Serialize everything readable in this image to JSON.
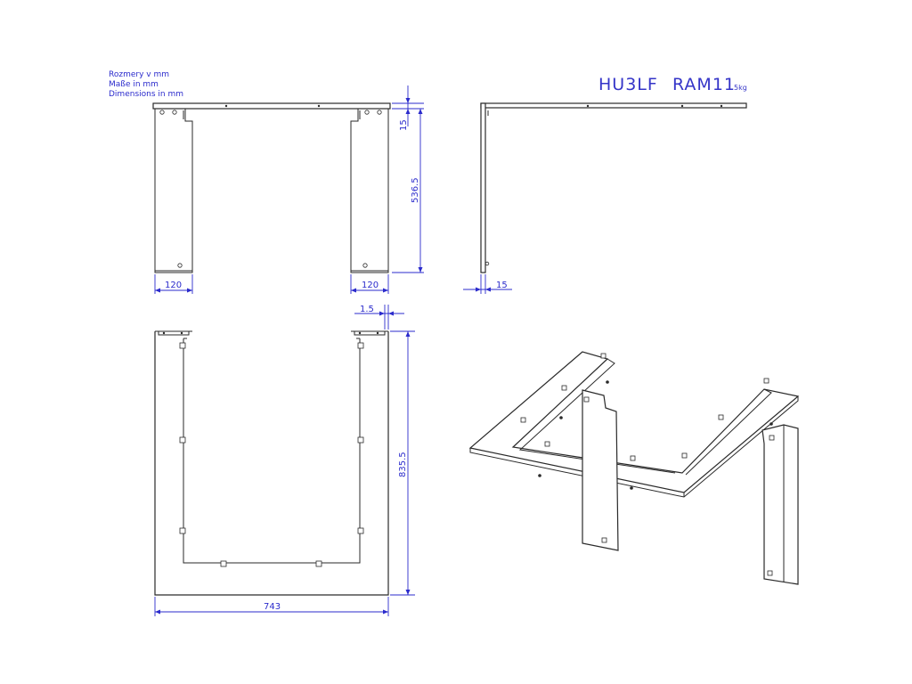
{
  "units_note": [
    "Rozmery v mm",
    "Maße in mm",
    "Dimensions in mm"
  ],
  "title": {
    "model": "HU3LF",
    "code": "RAM11",
    "weight": "5kg"
  },
  "dimensions": {
    "front_thickness": "15",
    "front_height": "536.5",
    "leg_width_left": "120",
    "leg_width_right": "120",
    "side_thickness": "15",
    "plan_offset": "1.5",
    "plan_depth": "835.5",
    "plan_width": "743"
  },
  "colors": {
    "line": "#2a2a2a",
    "dimension": "#2b2bcc"
  }
}
